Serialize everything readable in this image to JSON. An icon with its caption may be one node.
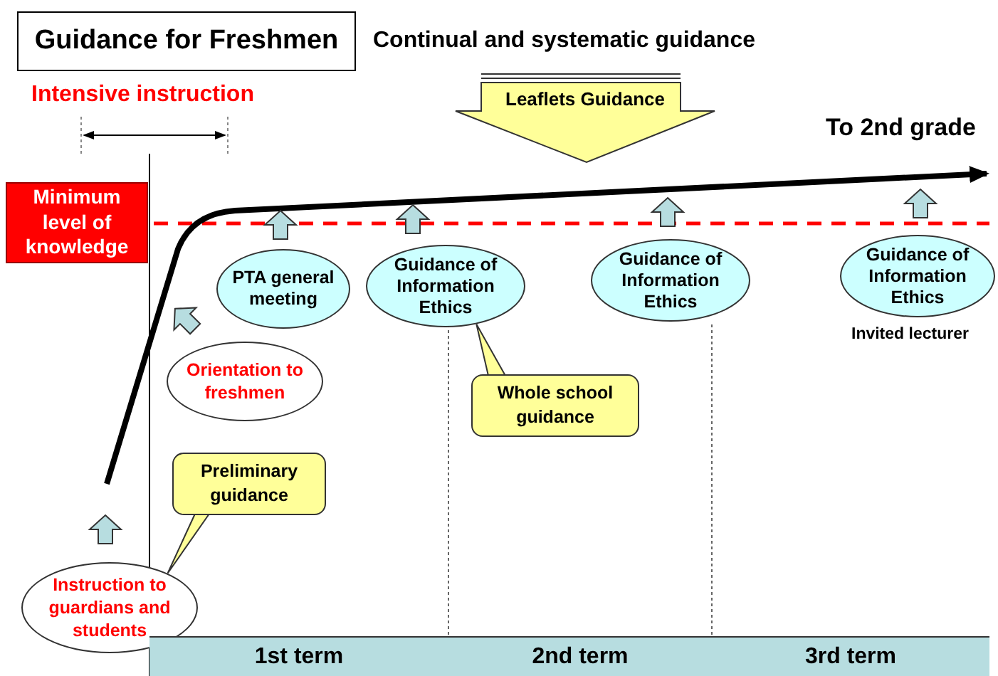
{
  "diagram": {
    "nodes": [
      {
        "text": [
          "Guidance for Freshmen"
        ]
      },
      {
        "text": [
          "Minimum level of knowledge"
        ]
      },
      {
        "text": [
          "Leaflets Guidance"
        ]
      },
      {
        "text": [
          "PTA general meeting"
        ]
      },
      {
        "text": [
          "Guidance of Information Ethics"
        ]
      },
      {
        "text": [
          "Guidance of Information Ethics"
        ]
      },
      {
        "text": [
          "Guidance of Information Ethics"
        ],
        "beside": [
          "Invited lecturer"
        ]
      },
      {
        "text": [
          "Orientation to freshmen"
        ]
      },
      {
        "text": [
          "Whole school guidance"
        ]
      },
      {
        "text": [
          "Preliminary guidance"
        ]
      },
      {
        "text": [
          "Instruction to guardians and students"
        ]
      },
      {
        "text": [
          "1st term"
        ]
      },
      {
        "text": [
          "2nd term"
        ]
      },
      {
        "text": [
          "3rd term"
        ]
      }
    ],
    "edges": [
      {
        "from": 8,
        "to": 4,
        "arrow": "to"
      },
      {
        "from": 9,
        "to": 10,
        "arrow": "to"
      },
      {
        "from": 3,
        "to": null,
        "arrow": "to"
      },
      {
        "from": 4,
        "to": null,
        "arrow": "to"
      },
      {
        "from": 5,
        "to": null,
        "arrow": "to"
      },
      {
        "from": 6,
        "to": null,
        "arrow": "to"
      },
      {
        "from": 7,
        "to": null,
        "arrow": "to"
      },
      {
        "from": 10,
        "to": null,
        "arrow": "to"
      }
    ],
    "labels": [
      "Continual and systematic guidance",
      "Intensive instruction",
      "To 2nd grade"
    ]
  }
}
